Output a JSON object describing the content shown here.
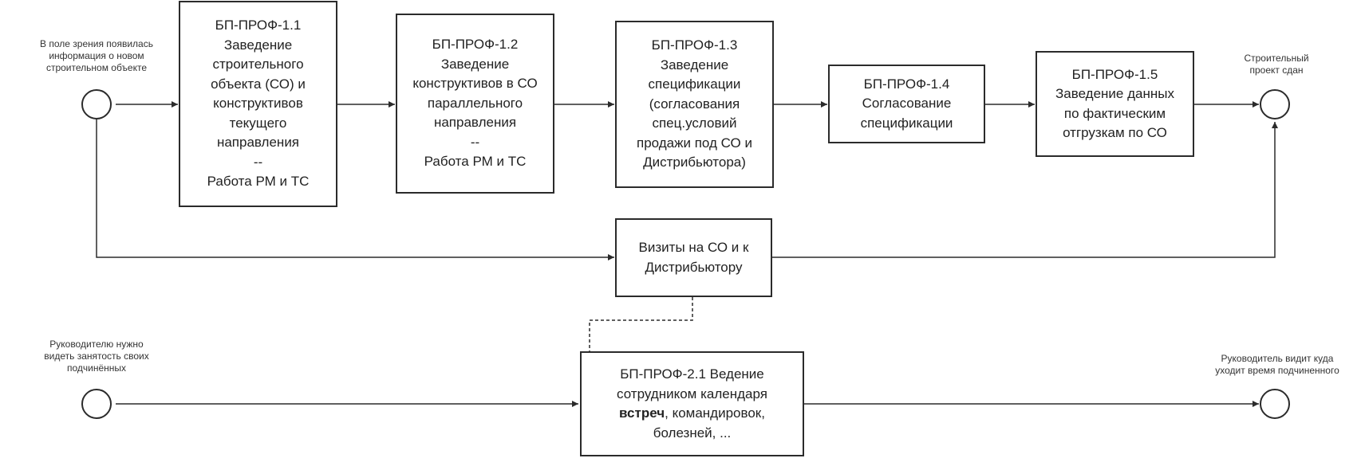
{
  "processes": {
    "p1_1": {
      "lines": [
        "БП-ПРОФ-1.1",
        "Заведение",
        "строительного",
        "объекта (СО) и",
        "конструктивов",
        "текущего",
        "направления",
        "--",
        "Работа РМ и ТС"
      ]
    },
    "p1_2": {
      "lines": [
        "БП-ПРОФ-1.2",
        "Заведение",
        "конструктивов в СО",
        "параллельного",
        "направления",
        "--",
        "Работа РМ и ТС"
      ]
    },
    "p1_3": {
      "lines": [
        "БП-ПРОФ-1.3",
        "Заведение",
        "спецификации",
        "(согласования",
        "спец.условий",
        "продажи под СО и",
        "Дистрибьютора)"
      ]
    },
    "p1_4": {
      "lines": [
        "БП-ПРОФ-1.4",
        "Согласование",
        "спецификации"
      ]
    },
    "p1_5": {
      "lines": [
        "БП-ПРОФ-1.5",
        "Заведение данных",
        "по фактическим",
        "отгрузкам по СО"
      ]
    },
    "visits": {
      "lines": [
        "Визиты на СО и к",
        "Дистрибьютору"
      ]
    },
    "p2_1": {
      "line1": "БП-ПРОФ-2.1 Ведение",
      "line2": "сотрудником календаря",
      "line3_bold": "встреч",
      "line3_rest": ", командировок,",
      "line4": "болезней, ..."
    }
  },
  "events": {
    "start1": {
      "lines": [
        "В поле зрения появилась",
        "информация о новом",
        "строительном объекте"
      ]
    },
    "end1": {
      "lines": [
        "Строительный",
        "проект сдан"
      ]
    },
    "start2": {
      "lines": [
        "Руководителю нужно",
        "видеть занятость своих",
        "подчинённых"
      ]
    },
    "end2": {
      "lines": [
        "Руководитель видит куда",
        "уходит время подчиненного"
      ]
    }
  },
  "colors": {
    "stroke": "#2b2b2b",
    "text": "#222222",
    "background": "#ffffff"
  }
}
